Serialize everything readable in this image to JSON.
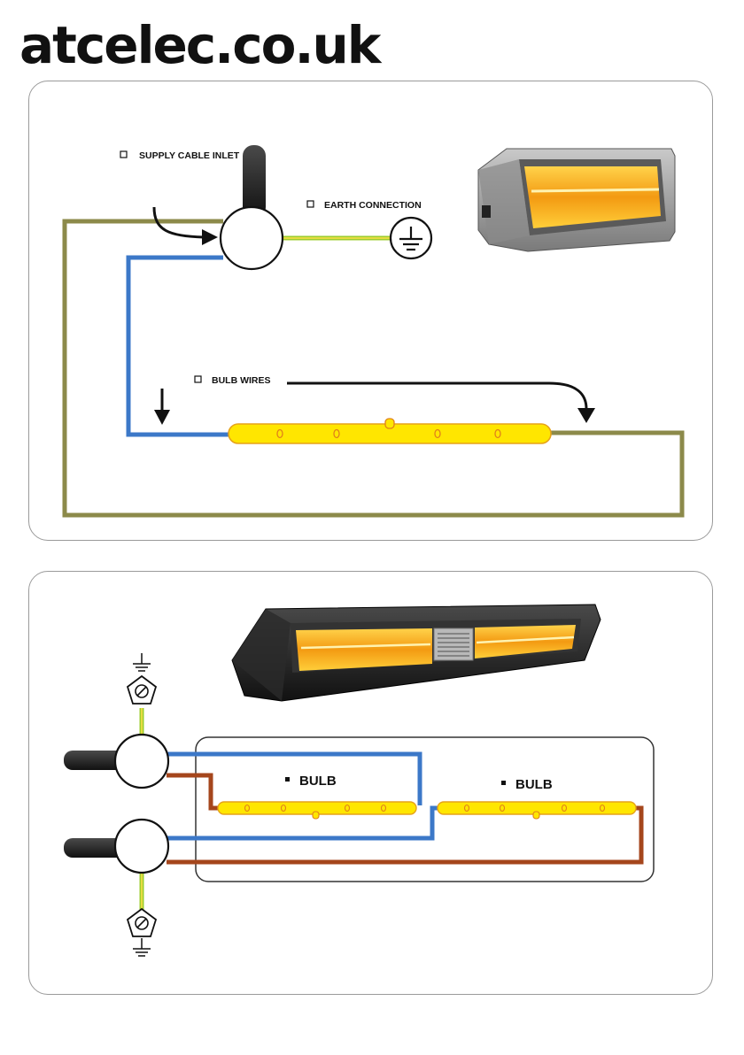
{
  "brand": {
    "logo_text": "atcelec.co.uk"
  },
  "panel_top": {
    "supply_label": "SUPPLY CABLE INLET",
    "earth_label": "EARTH CONNECTION",
    "bulb_wires_label": "BULB WIRES"
  },
  "panel_bottom": {
    "bulb_label_1": "BULB",
    "bulb_label_2": "BULB"
  },
  "colors": {
    "supply_wire": "#8c8a4a",
    "neutral_wire": "#3c78c8",
    "earth_wire": "#9ccd2c",
    "live_wire_brown": "#a5461c",
    "bulb_fill": "#ffe600",
    "bulb_outline": "#e6a21a"
  }
}
